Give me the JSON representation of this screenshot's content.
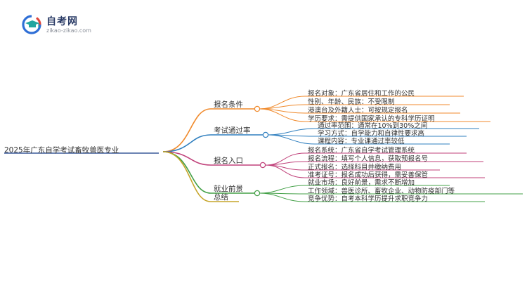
{
  "logo": {
    "title": "自考网",
    "url": "zikao-zikao.com",
    "icon": "graduation-cap-icon",
    "colors": {
      "blue": "#2f6fd6",
      "red": "#e0453b",
      "teal": "#22a6a0"
    }
  },
  "mindmap": {
    "root": "2025年广东自学考试畜牧兽医专业",
    "branches": [
      {
        "label": "报名条件",
        "color": "#f08a2c",
        "leaves": [
          "报名对象：广东省居住和工作的公民",
          "性别、年龄、民族：不受限制",
          "港澳台及外籍人士：可按规定报名",
          "学历要求：需提供国家承认的专科学历证明"
        ]
      },
      {
        "label": "考试通过率",
        "color": "#2f7fbf",
        "leaves": [
          "通过率范围：通常在10%到30%之间",
          "学习方式：自学能力和自律性要求高",
          "课程内容：专业课通过率较低"
        ]
      },
      {
        "label": "报名入口",
        "color": "#c0417a",
        "leaves": [
          "报名系统：广东省自学考试管理系统",
          "报名流程：填写个人信息，获取预报名号",
          "正式报名：选择科目并缴纳费用",
          "准考证号：报名成功后获得，需妥善保管"
        ]
      },
      {
        "label": "就业前景",
        "color": "#43a047",
        "leaves": [
          "就业市场：良好前景，需求不断增加",
          "工作领域：兽医诊所、畜牧企业、动物防疫部门等",
          "竞争优势：自考本科学历提升求职竞争力"
        ]
      },
      {
        "label": "总结",
        "color": "#c6a52a",
        "leaves": []
      }
    ]
  }
}
